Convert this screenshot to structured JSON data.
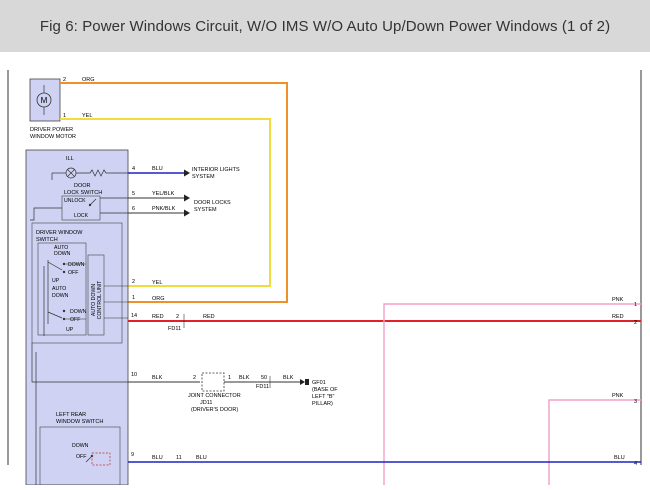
{
  "header": {
    "title": "Fig 6: Power Windows Circuit, W/O IMS W/O Auto Up/Down Power Windows (1 of 2)"
  },
  "colors": {
    "org": "#f0902a",
    "yel": "#f0dc3a",
    "blu": "#1e24c0",
    "red": "#e0202a",
    "pnk": "#f0a0c8",
    "blk": "#222222",
    "switch_fill": "#cfd2f2"
  },
  "motor": {
    "label_line1": "DRIVER POWER",
    "label_line2": "WINDOW MOTOR",
    "symbol": "M",
    "pin_top": "2",
    "pin_bottom": "1"
  },
  "wires": {
    "org": "ORG",
    "yel": "YEL",
    "blu": "BLU",
    "yel_blk": "YEL/BLK",
    "pnk_blk": "PNK/BLK",
    "red": "RED",
    "blk": "BLK",
    "pnk": "PNK"
  },
  "door_lock_switch": {
    "ill": "ILL",
    "title_line1": "DOOR",
    "title_line2": "LOCK SWITCH",
    "unlock": "UNLOCK",
    "lock": "LOCK"
  },
  "window_switch": {
    "title_line1": "DRIVER WINDOW",
    "title_line2": "SWITCH",
    "auto_down": "AUTO",
    "auto_down2": "DOWN",
    "down": "DOWN",
    "off": "OFF",
    "up": "UP",
    "auto_down_b1": "AUTO",
    "auto_down_b2": "DOWN",
    "down2": "DOWN",
    "off2": "OFF",
    "up2": "UP",
    "control_unit_line1": "AUTO DOWN",
    "control_unit_line2": "CONTROL UNIT"
  },
  "pins": {
    "p4": "4",
    "p5": "5",
    "p6": "6",
    "p2": "2",
    "p1": "1",
    "p14": "14",
    "p10": "10",
    "p9": "9"
  },
  "destinations": {
    "interior_line1": "INTERIOR LIGHTS",
    "interior_line2": "SYSTEM",
    "door_locks_line1": "DOOR LOCKS",
    "door_locks_line2": "SYSTEM"
  },
  "connectors": {
    "fd11_pin_red": "2",
    "fd11": "FD11",
    "jd11_pin_left": "2",
    "jd11_pin_right": "1",
    "jd11_line1": "JOINT CONNECTOR",
    "jd11_line2": "JD11",
    "jd11_line3": "(DRIVER'S DOOR)",
    "fd11_pin_blk": "50",
    "fd11_b": "FD11",
    "blu_pin": "11"
  },
  "ground": {
    "id": "GF01",
    "line1": "(BASE OF",
    "line2": "LEFT \"B\"",
    "line3": "PILLAR)"
  },
  "left_rear_switch": {
    "title_line1": "LEFT REAR",
    "title_line2": "WINDOW SWITCH",
    "down": "DOWN",
    "off": "OFF"
  },
  "right_pins": {
    "r1": "1",
    "r2": "2",
    "r3": "3",
    "r4": "4"
  }
}
